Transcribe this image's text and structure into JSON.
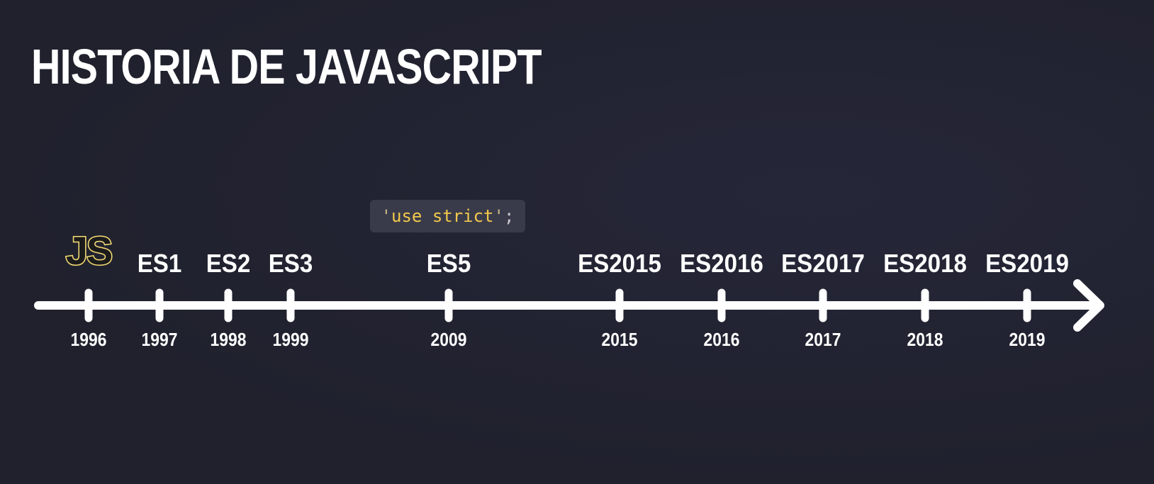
{
  "title": "HISTORIA DE JAVASCRIPT",
  "logo": {
    "text": "JS",
    "colors": {
      "fill": "#1b1b1b",
      "outline": "#f7df7a"
    }
  },
  "annotation": {
    "open_quote": "'",
    "code": "use strict",
    "close_quote": "'",
    "semicolon": ";",
    "attached_to": "ES5"
  },
  "timeline": {
    "line_color": "#ffffff",
    "direction": "right-arrow",
    "events": [
      {
        "year": "1996",
        "version": ""
      },
      {
        "year": "1997",
        "version": "ES1"
      },
      {
        "year": "1998",
        "version": "ES2"
      },
      {
        "year": "1999",
        "version": "ES3"
      },
      {
        "year": "2009",
        "version": "ES5"
      },
      {
        "year": "2015",
        "version": "ES2015"
      },
      {
        "year": "2016",
        "version": "ES2016"
      },
      {
        "year": "2017",
        "version": "ES2017"
      },
      {
        "year": "2018",
        "version": "ES2018"
      },
      {
        "year": "2019",
        "version": "ES2019"
      }
    ]
  },
  "colors": {
    "background": "#21222f",
    "text": "#ffffff",
    "code_string": "#f2c94c",
    "code_chip_bg": "#3a3b4a"
  }
}
